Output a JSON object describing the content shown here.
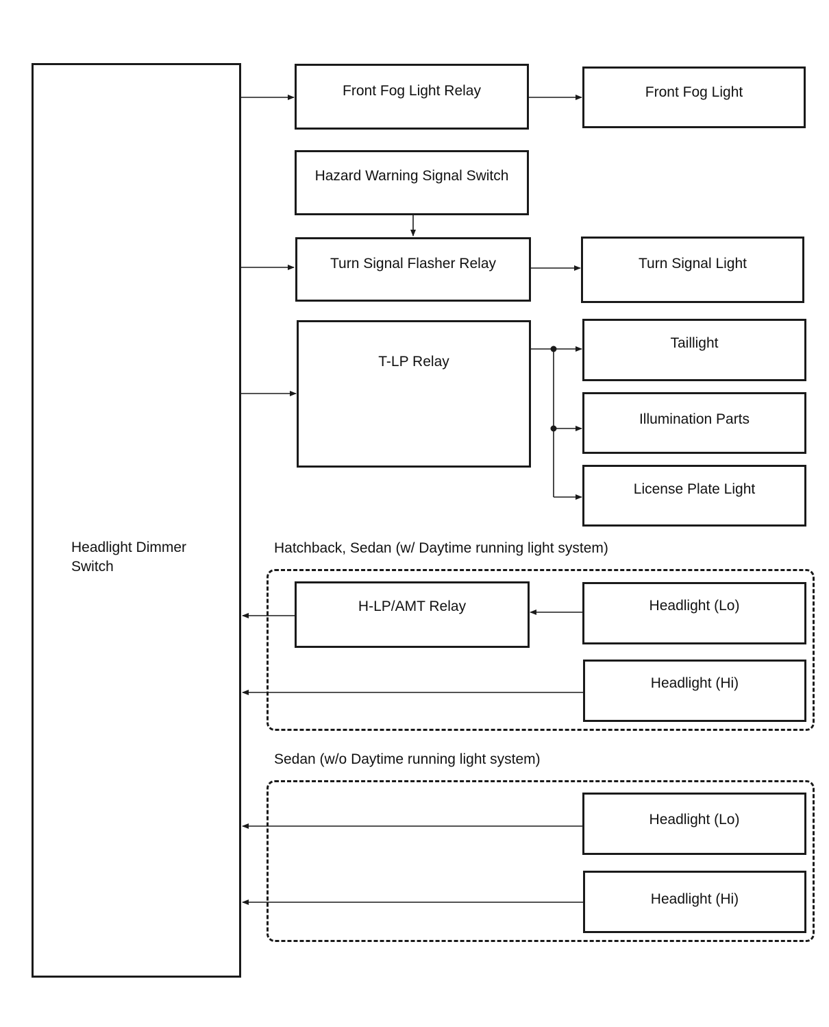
{
  "main_switch": "Headlight Dimmer Switch",
  "blocks": {
    "front_fog_relay": "Front Fog Light Relay",
    "front_fog_light": "Front Fog Light",
    "hazard_switch": "Hazard Warning Signal Switch",
    "turn_flasher_relay": "Turn Signal Flasher Relay",
    "turn_signal_light": "Turn Signal Light",
    "tlp_relay": "T-LP Relay",
    "taillight": "Taillight",
    "illumination_parts": "Illumination Parts",
    "license_plate_light": "License Plate Light"
  },
  "group_drl": {
    "caption": "Hatchback, Sedan (w/ Daytime running light system)",
    "hlp_relay": "H-LP/AMT Relay",
    "headlight_lo": "Headlight (Lo)",
    "headlight_hi": "Headlight (Hi)"
  },
  "group_no_drl": {
    "caption": "Sedan (w/o Daytime running light system)",
    "headlight_lo": "Headlight (Lo)",
    "headlight_hi": "Headlight (Hi)"
  }
}
